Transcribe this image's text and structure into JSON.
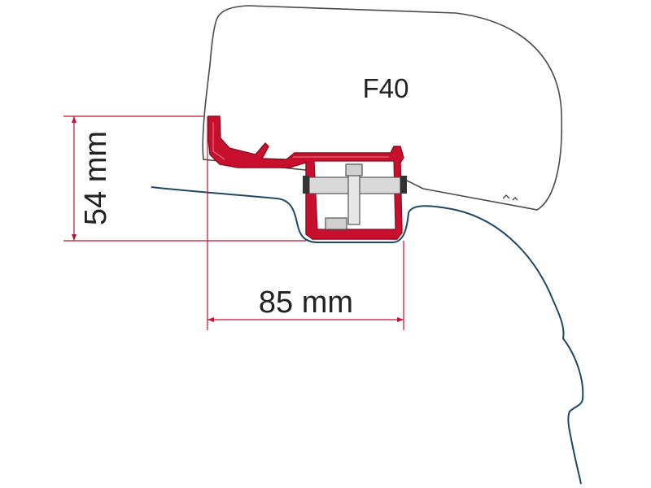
{
  "diagram": {
    "model_label": "F40",
    "height_label": "54 mm",
    "width_label": "85 mm"
  },
  "colors": {
    "awning_outline": "#4a4a4a",
    "awning_fill": "#ffffff",
    "adapter": "#c8102e",
    "adapter_dark": "#8e0b20",
    "roof_profile": "#1f4766",
    "dimension_line": "#c8102e",
    "bracket": "#d9d9d9",
    "text": "#222222"
  }
}
